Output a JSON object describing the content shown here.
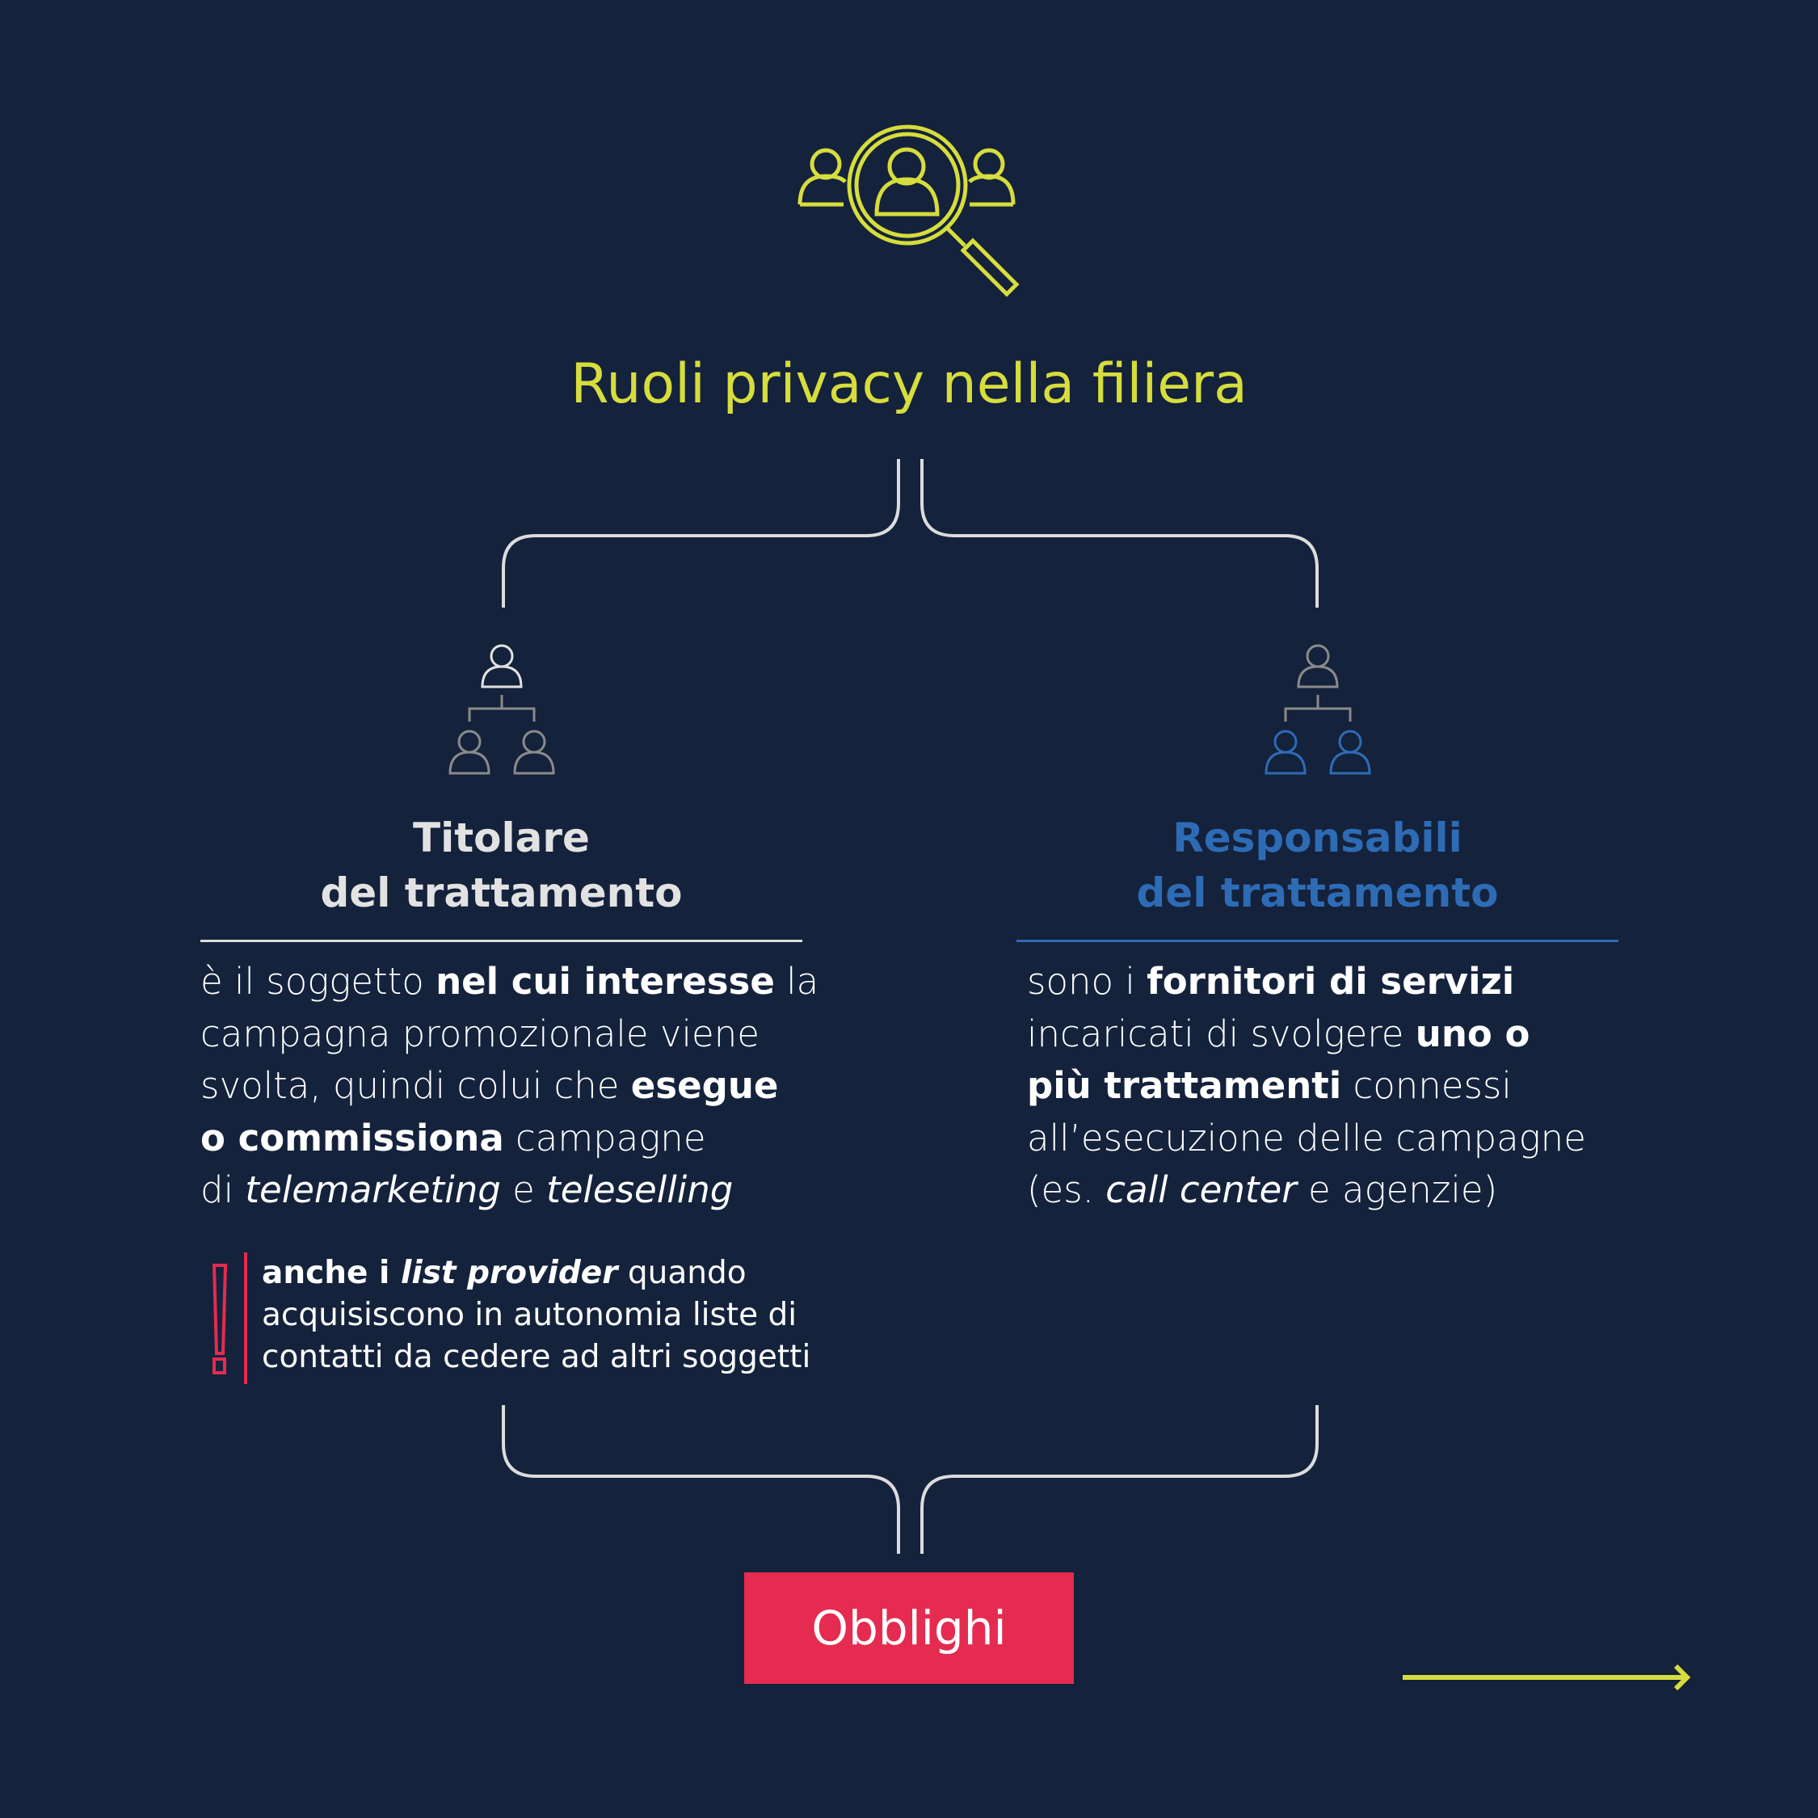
{
  "title": "Ruoli privacy nella filiera",
  "colors": {
    "background": "#14223c",
    "accent": "#d6dd3c",
    "blue": "#2e6bb5",
    "red": "#e52b50",
    "line": "#dcdcdc"
  },
  "icons": {
    "header": "people-search-icon",
    "left": "org-chart-icon",
    "right": "org-chart-icon",
    "warning": "exclamation-icon",
    "next": "arrow-right-icon"
  },
  "left": {
    "heading": [
      "Titolare",
      "del trattamento"
    ],
    "lines": [
      [
        {
          "t": "è il soggetto ",
          "s": ""
        },
        {
          "t": "nel cui interesse",
          "s": "b"
        },
        {
          "t": " la",
          "s": ""
        }
      ],
      [
        {
          "t": "campagna promozionale viene",
          "s": ""
        }
      ],
      [
        {
          "t": "svolta, quindi colui che ",
          "s": ""
        },
        {
          "t": "esegue",
          "s": "b"
        }
      ],
      [
        {
          "t": "o commissiona",
          "s": "b"
        },
        {
          "t": " campagne",
          "s": ""
        }
      ],
      [
        {
          "t": "di ",
          "s": ""
        },
        {
          "t": "telemarketing",
          "s": "i"
        },
        {
          "t": " e ",
          "s": ""
        },
        {
          "t": "teleselling",
          "s": "i"
        }
      ]
    ],
    "note": [
      [
        {
          "t": "anche i ",
          "s": "b"
        },
        {
          "t": "list provider",
          "s": "b i"
        },
        {
          "t": " quando",
          "s": ""
        }
      ],
      [
        {
          "t": "acquisiscono in autonomia liste di",
          "s": ""
        }
      ],
      [
        {
          "t": "contatti da cedere ad altri soggetti",
          "s": ""
        }
      ]
    ]
  },
  "right": {
    "heading": [
      "Responsabili",
      "del trattamento"
    ],
    "lines": [
      [
        {
          "t": "sono i ",
          "s": ""
        },
        {
          "t": "fornitori di servizi",
          "s": "b"
        }
      ],
      [
        {
          "t": "incaricati di svolgere ",
          "s": ""
        },
        {
          "t": "uno o",
          "s": "b"
        }
      ],
      [
        {
          "t": "più trattamenti",
          "s": "b"
        },
        {
          "t": " connessi",
          "s": ""
        }
      ],
      [
        {
          "t": "all’esecuzione delle campagne",
          "s": ""
        }
      ],
      [
        {
          "t": "(es. ",
          "s": ""
        },
        {
          "t": "call center",
          "s": "i"
        },
        {
          "t": " e agenzie)",
          "s": ""
        }
      ]
    ]
  },
  "button": {
    "label": "Obblighi"
  }
}
